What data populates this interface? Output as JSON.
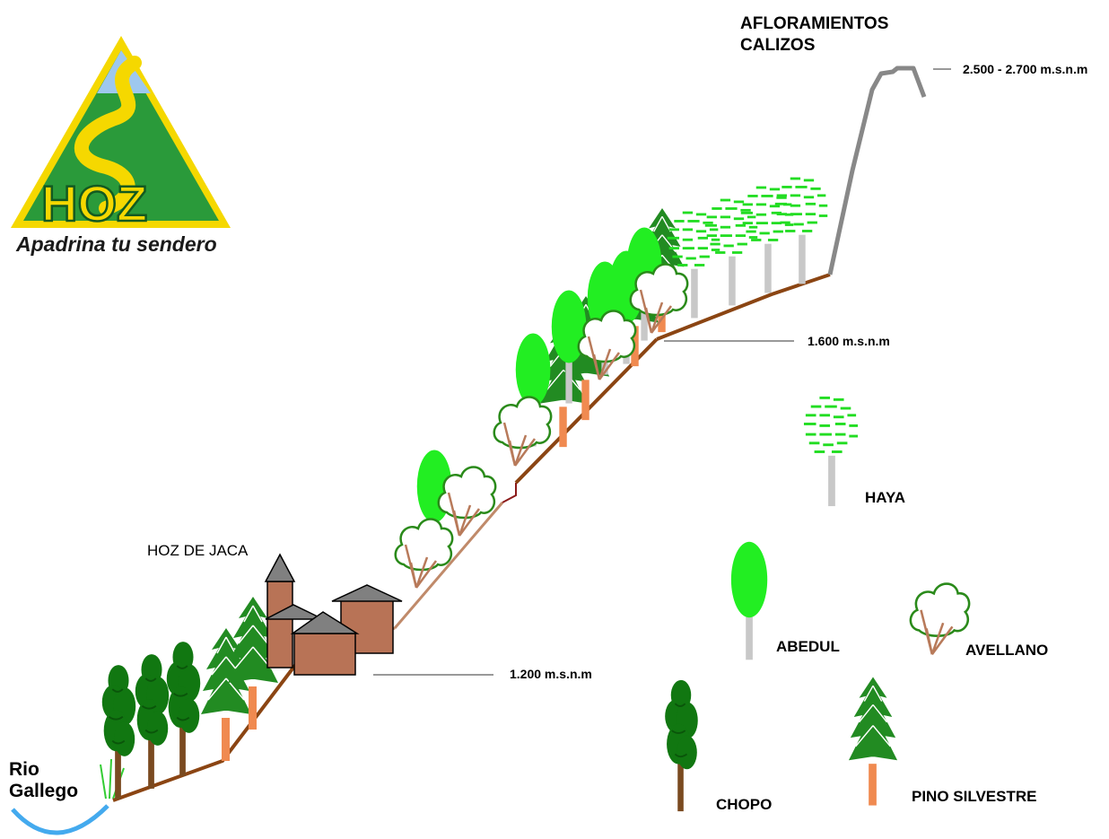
{
  "logo": {
    "word": "HOZ",
    "tagline": "Apadrina tu sendero"
  },
  "labels": {
    "river": [
      "Rio",
      "Gallego"
    ],
    "village": "HOZ DE JACA",
    "outcrops": [
      "AFLORAMIENTOS",
      "CALIZOS"
    ]
  },
  "altitudes": {
    "low": "1.200 m.s.n.m",
    "mid": "1.600 m.s.n.m",
    "high": "2.500 - 2.700 m.s.n.m"
  },
  "legend": {
    "haya": "HAYA",
    "abedul": "ABEDUL",
    "avellano": "AVELLANO",
    "chopo": "CHOPO",
    "pino": "PINO SILVESTRE"
  },
  "colors": {
    "trail": "#8b4513",
    "birch_crown": "#22ee22",
    "beech_leaf": "#22dd22",
    "poplar": "#117711",
    "pine": "#228b22",
    "pine_trunk": "#f08a50",
    "birch_trunk": "#c8c8c8",
    "hazel": "#2a8a1a",
    "house": "#b87356",
    "roof": "#808080",
    "river": "#44aaee",
    "limestone": "#888888"
  }
}
